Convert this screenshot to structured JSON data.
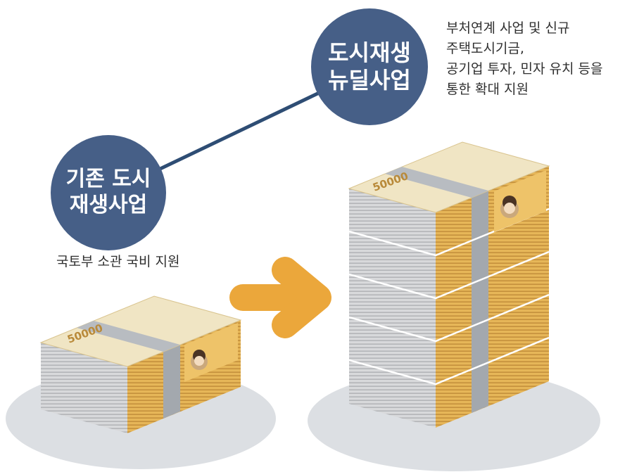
{
  "colors": {
    "circle": "#465f87",
    "connector": "#2e4d74",
    "arrow": "#eba73b",
    "shadow": "#dcdfe3",
    "note_text": "#2f2f2f",
    "band": "#a3a8ae",
    "bill_side": "#e2b255",
    "bill_top": "#f0e5c4"
  },
  "new_program": {
    "title_lines": [
      "도시재생",
      "뉴딜사업"
    ],
    "desc_lines": [
      "부처연계 사업 및 신규",
      "주택도시기금,",
      "공기업 투자, 민자 유치 등을",
      "통한 확대 지원"
    ]
  },
  "old_program": {
    "title_lines": [
      "기존 도시",
      "재생사업"
    ],
    "desc_lines": [
      "국토부 소관 국비 지원"
    ]
  },
  "banknote": {
    "denomination": "50000"
  },
  "icons": {
    "transition": "arrow-right-icon",
    "money": "banknote-stack-icon"
  }
}
